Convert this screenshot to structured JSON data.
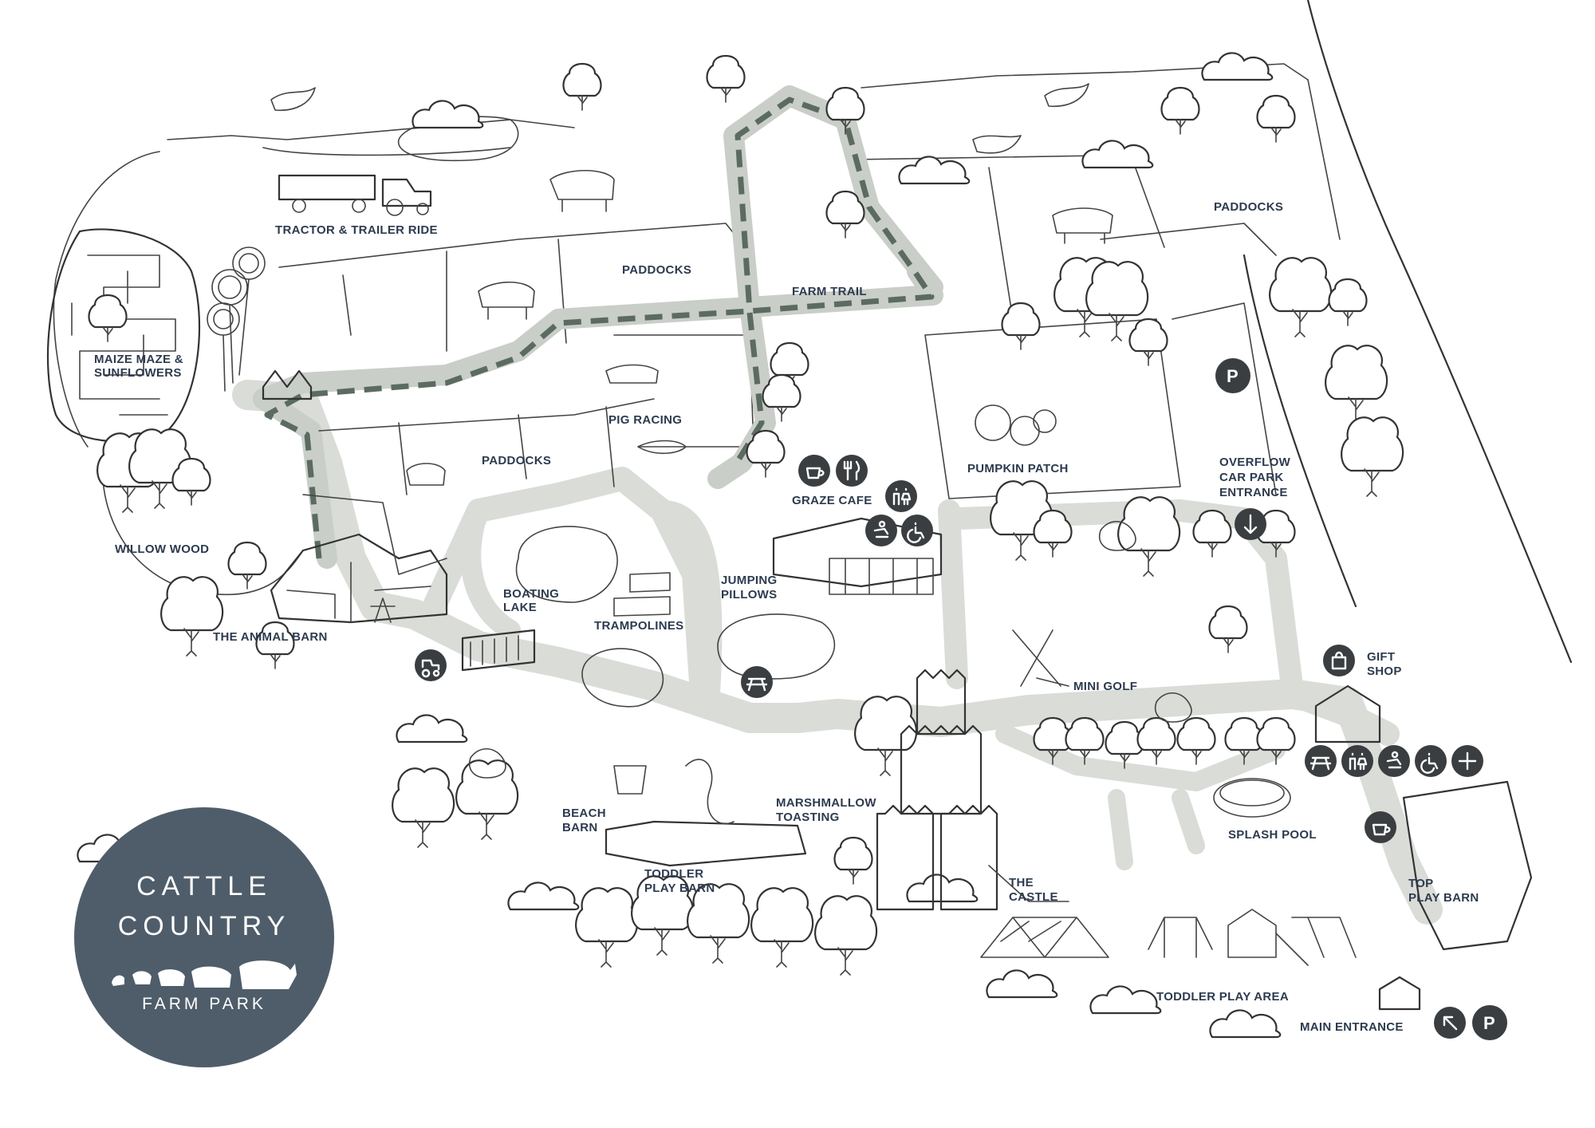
{
  "logo": {
    "line1": "CATTLE",
    "line2": "COUNTRY",
    "line3": "FARM PARK",
    "color": "#4f5d6a"
  },
  "colors": {
    "path": "#d9dcd7",
    "trail": "#5c6b61",
    "label": "#2d3b4f",
    "icon_bg": "#3a3e40"
  },
  "labels": {
    "tractor_ride": "TRACTOR & TRAILER RIDE",
    "paddocks_top": "PADDOCKS",
    "farm_trail": "FARM TRAIL",
    "paddocks_right": "PADDOCKS",
    "maize_1": "MAIZE MAZE &",
    "maize_2": "SUNFLOWERS",
    "pig_racing": "PIG RACING",
    "paddocks_mid": "PADDOCKS",
    "pumpkin_patch": "PUMPKIN PATCH",
    "overflow_1": "OVERFLOW",
    "overflow_2": "CAR PARK",
    "overflow_3": "ENTRANCE",
    "graze_cafe": "GRAZE CAFE",
    "willow_wood": "WILLOW WOOD",
    "boating_1": "BOATING",
    "boating_2": "LAKE",
    "jumping_1": "JUMPING",
    "jumping_2": "PILLOWS",
    "trampolines": "TRAMPOLINES",
    "animal_barn": "THE ANIMAL BARN",
    "gift_1": "GIFT",
    "gift_2": "SHOP",
    "mini_golf": "MINI GOLF",
    "marsh_1": "MARSHMALLOW",
    "marsh_2": "TOASTING",
    "beach_1": "BEACH",
    "beach_2": "BARN",
    "splash_pool": "SPLASH POOL",
    "toddler_barn_1": "TODDLER",
    "toddler_barn_2": "PLAY BARN",
    "castle_1": "THE",
    "castle_2": "CASTLE",
    "top_barn_1": "TOP",
    "top_barn_2": "PLAY BARN",
    "toddler_area": "TODDLER PLAY AREA",
    "main_entrance": "MAIN ENTRANCE"
  },
  "icons": {
    "parking": "P",
    "parking_icon": "parking-icon",
    "coffee_icon": "coffee-icon",
    "food_icon": "cutlery-icon",
    "toilet_icon": "toilets-icon",
    "baby_icon": "baby-change-icon",
    "accessible_icon": "wheelchair-icon",
    "first_aid_icon": "first-aid-icon",
    "tractor_icon": "tractor-icon",
    "picnic_icon": "picnic-table-icon",
    "gift_icon": "gift-bag-icon",
    "arrow_down_icon": "arrow-down-icon",
    "arrow_nw_icon": "arrow-up-left-icon"
  }
}
